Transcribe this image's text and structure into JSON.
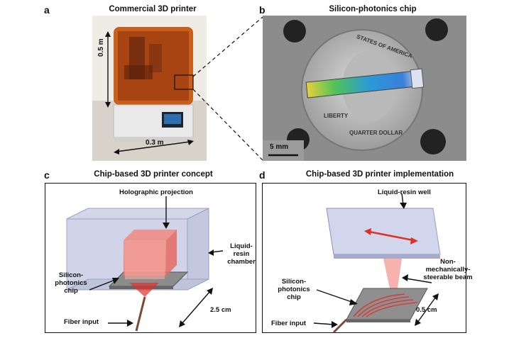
{
  "panels": {
    "a": {
      "letter": "a",
      "title": "Commercial 3D printer",
      "height_label": "0.5 m",
      "width_label": "0.3 m"
    },
    "b": {
      "letter": "b",
      "title": "Silicon-photonics chip",
      "scale_label": "5 mm",
      "coin_text_top": "STATES OF AMERICA",
      "coin_text_left": "LIBERTY",
      "coin_text_bottom": "QUARTER DOLLAR"
    },
    "c": {
      "letter": "c",
      "title": "Chip-based 3D printer concept",
      "holo_label": "Holographic projection",
      "resin_label_1": "Liquid-",
      "resin_label_2": "resin",
      "resin_label_3": "chamber",
      "chip_label_1": "Silicon-",
      "chip_label_2": "photonics",
      "chip_label_3": "chip",
      "dim_label": "2.5 cm",
      "fiber_label": "Fiber input"
    },
    "d": {
      "letter": "d",
      "title": "Chip-based 3D printer implementation",
      "well_label": "Liquid-resin well",
      "beam_label_1": "Non-",
      "beam_label_2": "mechanically-",
      "beam_label_3": "steerable beam",
      "chip_label_1": "Silicon-",
      "chip_label_2": "photonics",
      "chip_label_3": "chip",
      "dim_label": "0.5 cm",
      "fiber_label": "Fiber input"
    }
  },
  "colors": {
    "beam_red": "#e0302a",
    "chamber_fill": "#c9cde3",
    "printer_orange": "#d9721f",
    "chip_gray": "#9a9a9a"
  }
}
